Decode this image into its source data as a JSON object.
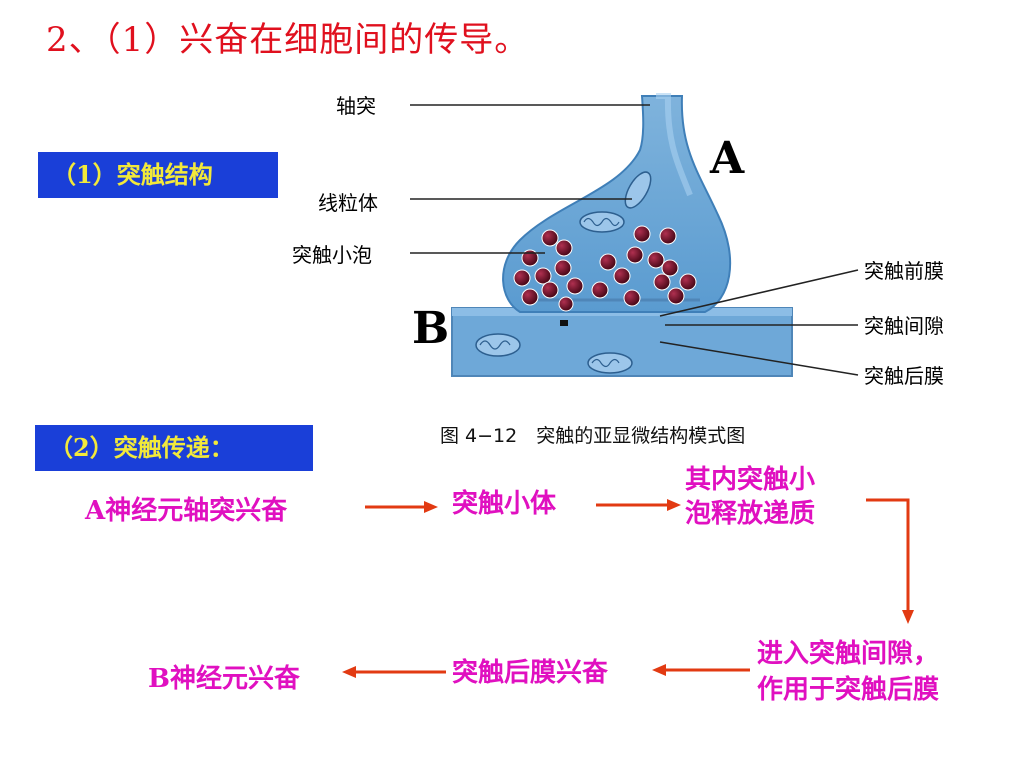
{
  "title": "2、（1）兴奋在细胞间的传导。",
  "section1_label": "（1）突触结构",
  "section2_label": "（2）突触传递：",
  "figure": {
    "labels_left": [
      "轴突",
      "线粒体",
      "突触小泡"
    ],
    "labels_right": [
      "突触前膜",
      "突触间隙",
      "突触后膜"
    ],
    "letter_a": "A",
    "letter_b": "B",
    "caption": "图 4−12　突触的亚显微结构模式图"
  },
  "flow": {
    "step1_letter": "A",
    "step1_text": "神经元轴突兴奋",
    "step2": "突触小体",
    "step3_line1": "其内突触小",
    "step3_line2": "泡释放递质",
    "step4_line1": "进入突触间隙，",
    "step4_line2": "作用于突触后膜",
    "step5": "突触后膜兴奋",
    "step6_letter": "B",
    "step6_text": "神经元兴奋"
  },
  "colors": {
    "title": "#e0101e",
    "label_bg": "#1a3fd8",
    "label_text": "#f2e93a",
    "flow_text": "#e010c0",
    "arrow": "#e23a12"
  }
}
